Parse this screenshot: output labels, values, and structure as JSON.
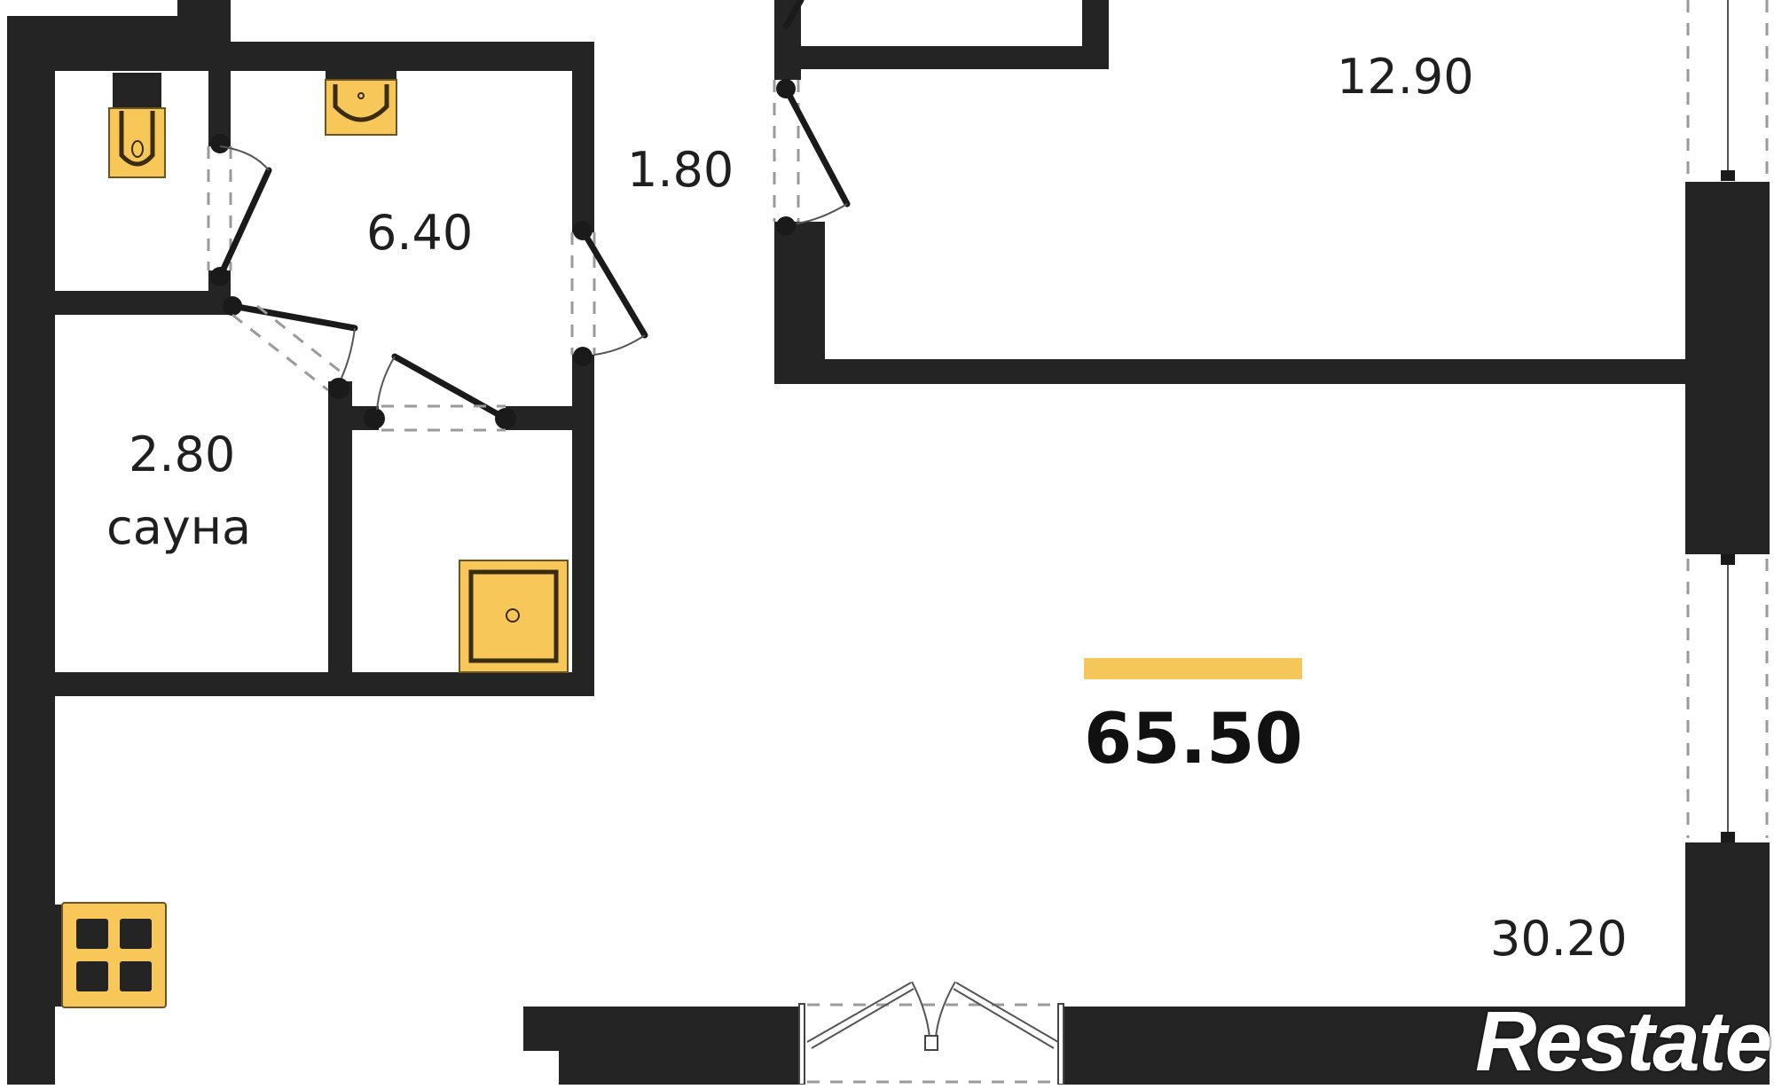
{
  "plan": {
    "type": "apartment floor plan",
    "total_area": "65.50",
    "rooms": [
      {
        "id": "bathroom",
        "area": "6.40",
        "name": ""
      },
      {
        "id": "wardrobe",
        "area": "1.80",
        "name": ""
      },
      {
        "id": "bedroom",
        "area": "12.90",
        "name": ""
      },
      {
        "id": "sauna",
        "area": "2.80",
        "name": "сауна"
      },
      {
        "id": "living-kitchen",
        "area": "30.20",
        "name": ""
      }
    ],
    "fixtures": [
      "toilet",
      "sink",
      "shower-tray",
      "cooktop"
    ]
  },
  "colors": {
    "wall": "#242424",
    "accent": "#f5c65a",
    "fixture_fill": "#f7c75a",
    "background": "#ffffff"
  },
  "watermark": {
    "text": "Restate"
  }
}
